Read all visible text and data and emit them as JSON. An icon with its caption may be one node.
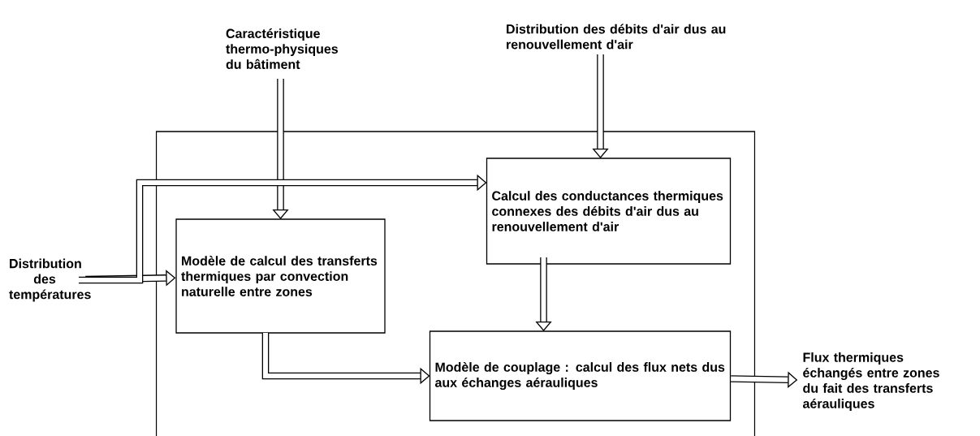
{
  "diagram": {
    "nodes": [
      {
        "text": [
          "Caractéristique thermo-physiques du bâtiment"
        ]
      },
      {
        "text": [
          "Distribution des débits d'air dus au renouvellement d'air"
        ]
      },
      {
        "text": [
          "Distribution des températures"
        ]
      },
      {
        "text": [],
        "shape": "box"
      },
      {
        "text": [
          "Modèle de calcul des transferts thermiques par convection naturelle entre zones"
        ],
        "in": 3
      },
      {
        "text": [
          "Calcul des conductances thermiques connexes des débits d'air dus au renouvellement d'air"
        ],
        "in": 3
      },
      {
        "text": [
          "Modèle de couplage : calcul des flux nets dus aux échanges aérauliques"
        ],
        "in": 3
      },
      {
        "text": [
          "Flux thermiques échangés entre zones du fait des transferts aérauliques"
        ]
      }
    ],
    "edges": [
      {
        "from": 0,
        "to": 4,
        "arrow": "to"
      },
      {
        "from": 1,
        "to": 5,
        "arrow": "to"
      },
      {
        "from": 2,
        "to": 4,
        "arrow": "to"
      },
      {
        "from": 2,
        "to": 5,
        "arrow": "to"
      },
      {
        "from": 4,
        "to": 6,
        "arrow": "to"
      },
      {
        "from": 5,
        "to": 6,
        "arrow": "to"
      },
      {
        "from": 6,
        "to": 7,
        "arrow": "to"
      }
    ]
  }
}
